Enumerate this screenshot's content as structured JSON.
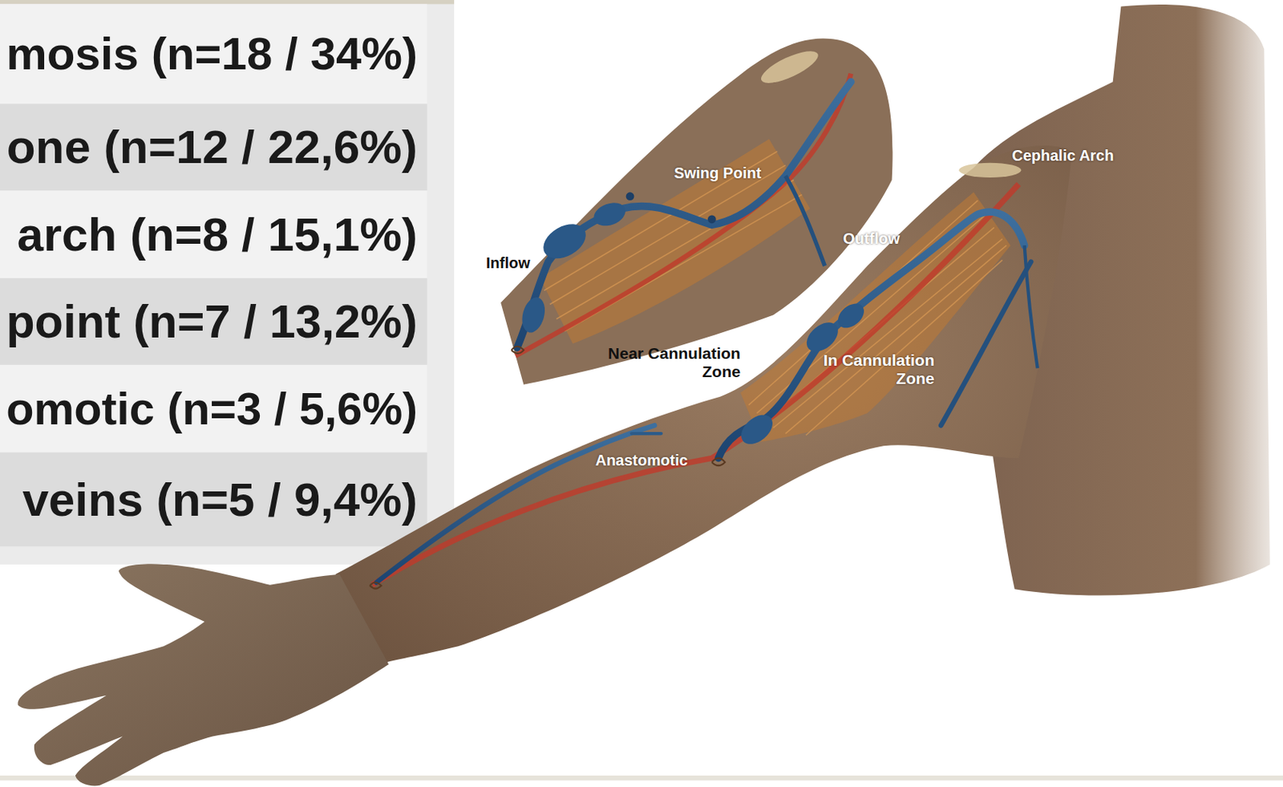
{
  "diagram": {
    "labels": [
      "mosis (n=18 / 34%)",
      "one (n=12 / 22,6%)",
      "arch (n=8 / 15,1%)",
      "point (n=7 / 13,2%)",
      "omotic (n=3 / 5,6%)",
      "veins (n=5 / 9,4%)",
      "Swing Point",
      "Inflow",
      "Cephalic Arch",
      "Outflow",
      "Near Cannulation Zone",
      "In Cannulation Zone",
      "Anastomotic"
    ]
  }
}
